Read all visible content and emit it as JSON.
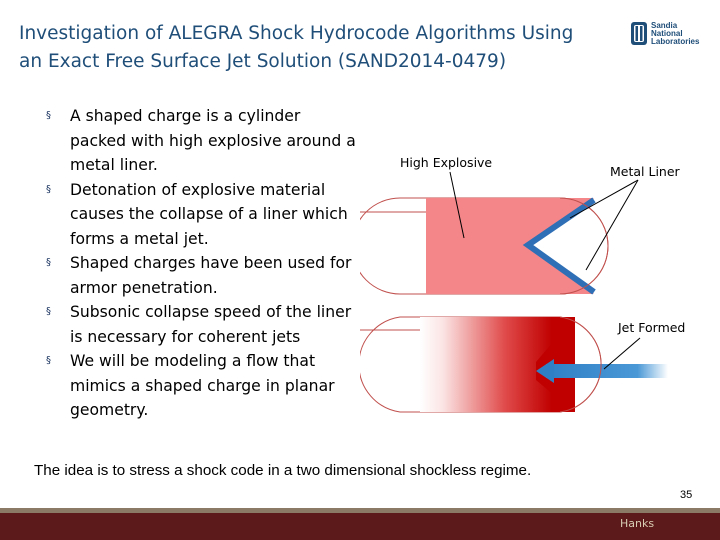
{
  "title_line1": "Investigation of ALEGRA Shock Hydrocode Algorithms Using",
  "title_line2": "an Exact Free Surface Jet Solution (SAND2014-0479)",
  "logo": {
    "word1": "Sandia",
    "word2": "National",
    "word3": "Laboratories",
    "color": "#1f4e79"
  },
  "bullet_marker": "§",
  "bullets": [
    "A shaped charge is a cylinder packed with high explosive around a metal liner.",
    "Detonation of explosive material causes the collapse of a liner which forms a metal jet.",
    "Shaped charges have been used for armor penetration.",
    "Subsonic collapse speed of the liner is necessary for coherent jets",
    "We will be modeling a flow that mimics a shaped charge in planar geometry."
  ],
  "diagram": {
    "label_high_explosive": "High Explosive",
    "label_metal_liner": "Metal Liner",
    "label_jet_formed": "Jet Formed",
    "colors": {
      "explosive": "#f4868a",
      "liner": "#2f6fb5",
      "jet": "#2f7fc5",
      "burnt": "#c00000",
      "outline": "#c0504d"
    }
  },
  "caption": "The idea is to stress a shock code in a two dimensional shockless regime.",
  "page_number": "35",
  "footer_name": "Hanks"
}
